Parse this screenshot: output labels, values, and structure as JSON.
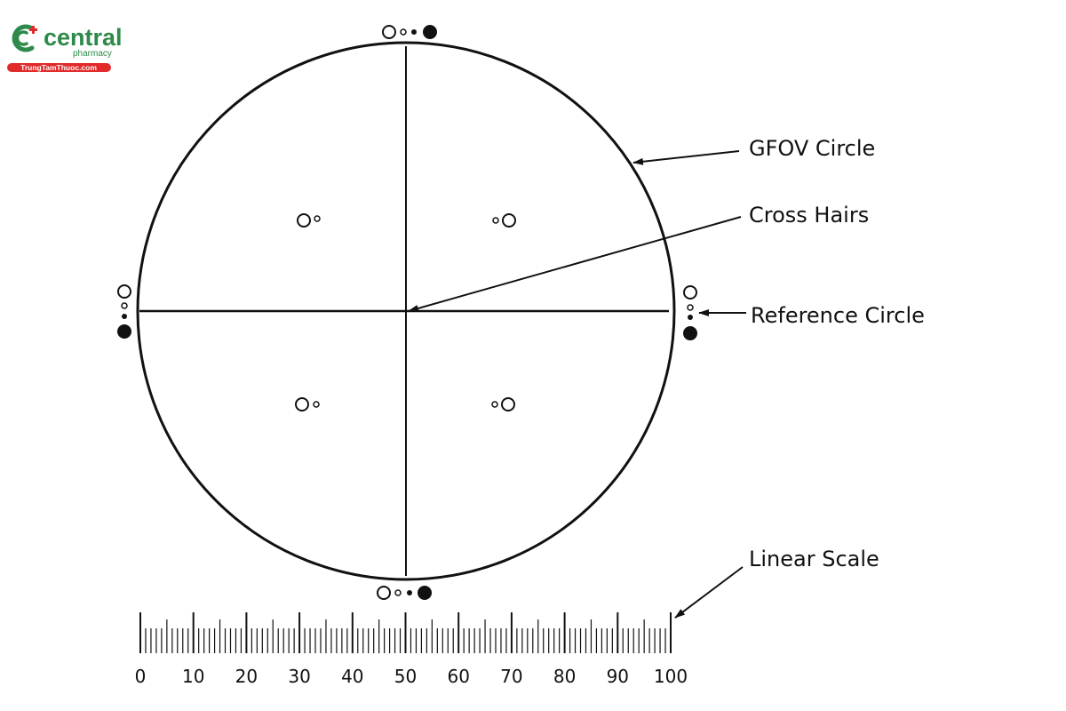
{
  "logo": {
    "name": "central",
    "tagline": "pharmacy",
    "site": "TrungTamThuoc.com",
    "colors": {
      "green": "#2e8a4a",
      "red": "#e12a2a"
    }
  },
  "labels": {
    "gfov": "GFOV Circle",
    "cross_hairs": "Cross Hairs",
    "reference": "Reference Circle",
    "linear_scale": "Linear Scale"
  },
  "scale": {
    "ticks": [
      "0",
      "10",
      "20",
      "30",
      "40",
      "50",
      "60",
      "70",
      "80",
      "90",
      "100"
    ],
    "min": 0,
    "max": 100
  },
  "colors": {
    "ink": "#111111",
    "background": "#ffffff"
  }
}
